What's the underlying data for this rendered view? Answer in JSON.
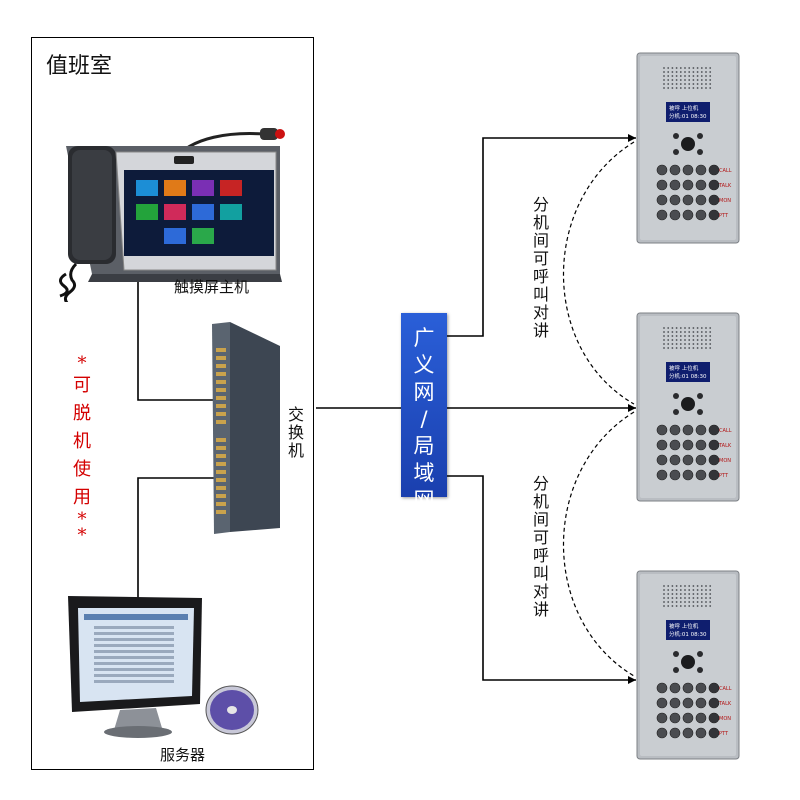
{
  "room": {
    "title": "值班室"
  },
  "devices": {
    "host_label": "触摸屏主机",
    "switch_label": [
      "交",
      "换",
      "机"
    ],
    "server_label": "服务器"
  },
  "network": {
    "box_lines": [
      "广",
      "义",
      "网",
      "/",
      "局",
      "域",
      "网"
    ]
  },
  "notes": {
    "offline": [
      "*",
      "可",
      "脱",
      "机",
      "使",
      "用",
      "*",
      "*"
    ],
    "intercom_top": [
      "分",
      "机",
      "间",
      "可",
      "呼",
      "叫",
      "对",
      "讲"
    ],
    "intercom_bottom": [
      "分",
      "机",
      "间",
      "可",
      "呼",
      "叫",
      "对",
      "讲"
    ]
  },
  "intercom_panel": {
    "lcd_line1": "被呼 上位机",
    "lcd_line2": "分机:01 08:30",
    "key_labels": [
      "CALL",
      "TALK",
      "MON",
      "PTT"
    ]
  },
  "colors": {
    "note_red": "#d40000",
    "network_blue": "#1f4ec4",
    "line": "#000000"
  }
}
